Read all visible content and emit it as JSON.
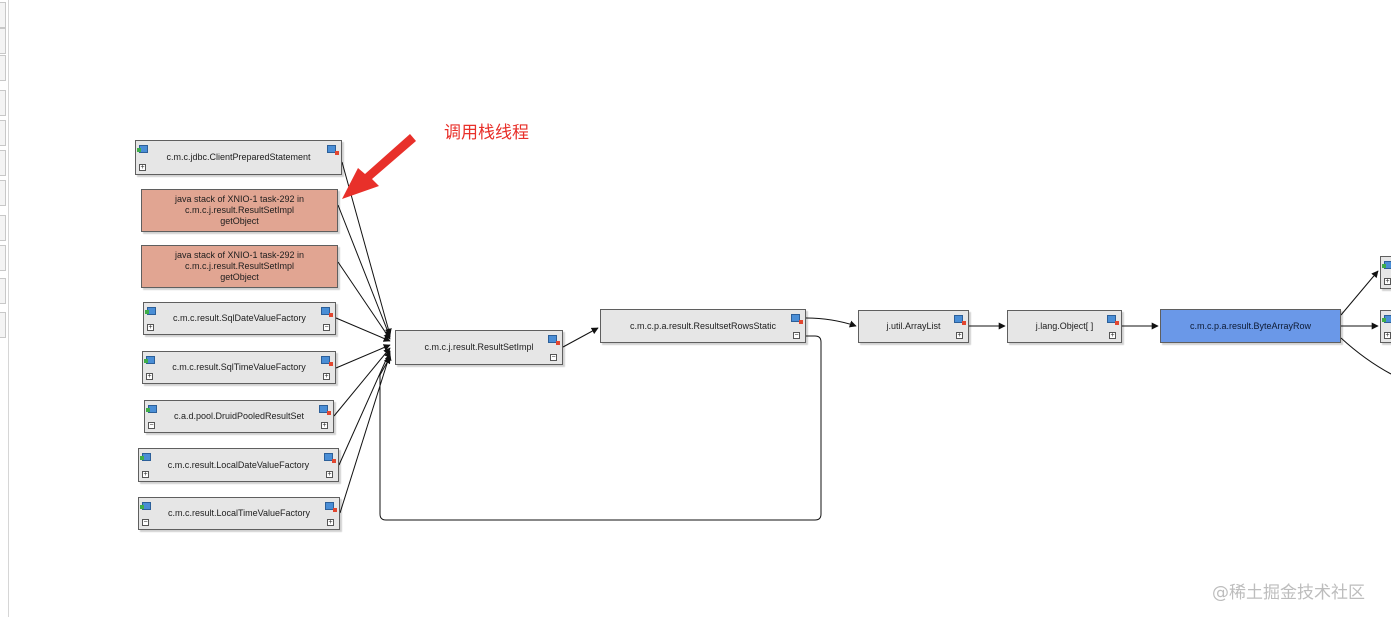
{
  "annotation": {
    "text": "调用栈线程",
    "color": "#e8302a"
  },
  "watermark": "@稀土掘金技术社区",
  "colors": {
    "node": "#e6e6e6",
    "thread": "#e1a592",
    "selected": "#6a98e8",
    "edge": "#111111"
  },
  "nodes": {
    "client_prepared_statement": "c.m.c.jdbc.ClientPreparedStatement",
    "java_stack_1": "java stack of XNIO-1 task-292 in\nc.m.c.j.result.ResultSetImpl\ngetObject",
    "java_stack_2": "java stack of XNIO-1 task-292 in\nc.m.c.j.result.ResultSetImpl\ngetObject",
    "sql_date_value_factory": "c.m.c.result.SqlDateValueFactory",
    "sql_time_value_factory": "c.m.c.result.SqlTimeValueFactory",
    "druid_pooled_result_set": "c.a.d.pool.DruidPooledResultSet",
    "local_date_value_factory": "c.m.c.result.LocalDateValueFactory",
    "local_time_value_factory": "c.m.c.result.LocalTimeValueFactory",
    "result_set_impl": "c.m.c.j.result.ResultSetImpl",
    "resultset_rows_static": "c.m.c.p.a.result.ResultsetRowsStatic",
    "array_list": "j.util.ArrayList",
    "object_array": "j.lang.Object[ ]",
    "byte_array_row": "c.m.c.p.a.result.ByteArrayRow"
  }
}
